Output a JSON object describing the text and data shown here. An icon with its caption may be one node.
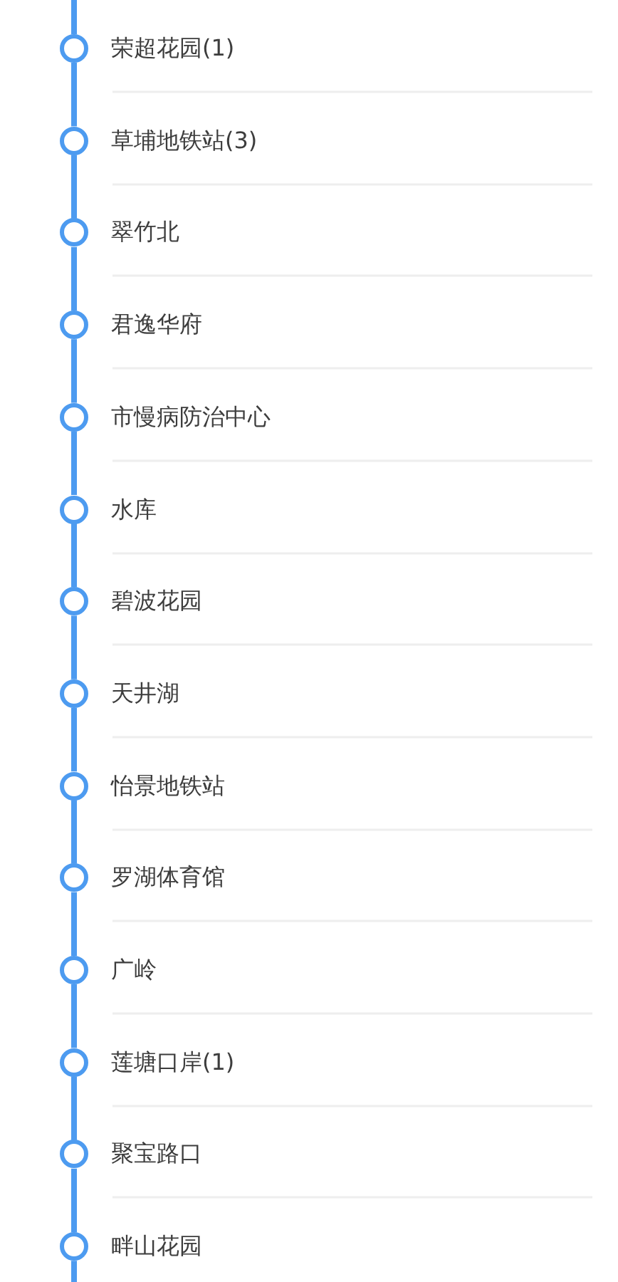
{
  "diagram": {
    "nodes": [
      {
        "text": [
          "荣超花园(1)"
        ]
      },
      {
        "text": [
          "草埔地铁站(3)"
        ]
      },
      {
        "text": [
          "翠竹北"
        ]
      },
      {
        "text": [
          "君逸华府"
        ]
      },
      {
        "text": [
          "市慢病防治中心"
        ]
      },
      {
        "text": [
          "水库"
        ]
      },
      {
        "text": [
          "碧波花园"
        ]
      },
      {
        "text": [
          "天井湖"
        ]
      },
      {
        "text": [
          "怡景地铁站"
        ]
      },
      {
        "text": [
          "罗湖体育馆"
        ]
      },
      {
        "text": [
          "广岭"
        ]
      },
      {
        "text": [
          "莲塘口岸(1)"
        ]
      },
      {
        "text": [
          "聚宝路口"
        ]
      },
      {
        "text": [
          "畔山花园"
        ]
      }
    ],
    "edges": [
      {
        "from": null,
        "to": 0,
        "arrow": "none"
      },
      {
        "from": 0,
        "to": 1,
        "arrow": "none"
      },
      {
        "from": 1,
        "to": 2,
        "arrow": "none"
      },
      {
        "from": 2,
        "to": 3,
        "arrow": "none"
      },
      {
        "from": 3,
        "to": 4,
        "arrow": "none"
      },
      {
        "from": 4,
        "to": 5,
        "arrow": "none"
      },
      {
        "from": 5,
        "to": 6,
        "arrow": "none"
      },
      {
        "from": 6,
        "to": 7,
        "arrow": "none"
      },
      {
        "from": 7,
        "to": 8,
        "arrow": "none"
      },
      {
        "from": 8,
        "to": 9,
        "arrow": "none"
      },
      {
        "from": 9,
        "to": 10,
        "arrow": "none"
      },
      {
        "from": 10,
        "to": 11,
        "arrow": "none"
      },
      {
        "from": 11,
        "to": 12,
        "arrow": "none"
      },
      {
        "from": 12,
        "to": 13,
        "arrow": "none"
      },
      {
        "from": 13,
        "to": null,
        "arrow": "none"
      }
    ]
  }
}
